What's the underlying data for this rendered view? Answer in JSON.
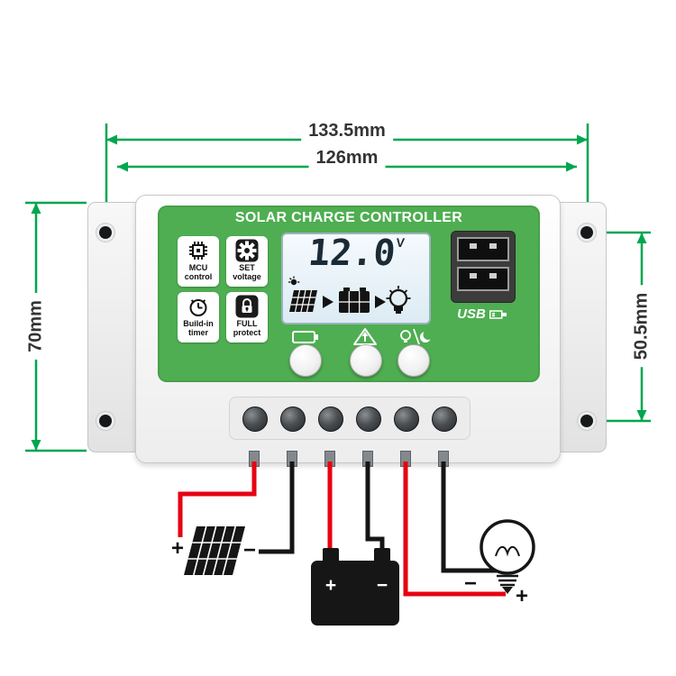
{
  "annotations": {
    "dim_outer_width": "133.5mm",
    "dim_inner_width": "126mm",
    "dim_height": "70mm",
    "dim_panel_height": "50.5mm"
  },
  "device": {
    "title": "SOLAR CHARGE CONTROLLER",
    "features": [
      {
        "icon": "mcu-chip-icon",
        "line1": "MCU",
        "line2": "control"
      },
      {
        "icon": "gear-icon",
        "line1": "SET",
        "line2": "voltage"
      },
      {
        "icon": "clock-icon",
        "line1": "Build-in",
        "line2": "timer"
      },
      {
        "icon": "lock-icon",
        "line1": "FULL",
        "line2": "protect"
      }
    ],
    "lcd": {
      "voltage": "12.0",
      "unit": "V",
      "flow_icons": [
        "solar-panel-icon",
        "arrow-right-icon",
        "battery-icon",
        "arrow-right-icon",
        "bulb-icon"
      ]
    },
    "button_icons": [
      "battery-select-icon",
      "up-arrow-triangle-icon",
      "lamp-night-icon"
    ],
    "usb": {
      "label": "USB",
      "ports": 2
    }
  },
  "wiring": {
    "solar": {
      "plus": "+",
      "minus": "−"
    },
    "battery": {
      "plus": "+",
      "minus": "−"
    },
    "load": {
      "plus": "+",
      "minus": "−"
    }
  },
  "colors": {
    "panel_green": "#4eae51",
    "dimension_green": "#00a650",
    "wire_red": "#e60012",
    "wire_black": "#151515"
  }
}
